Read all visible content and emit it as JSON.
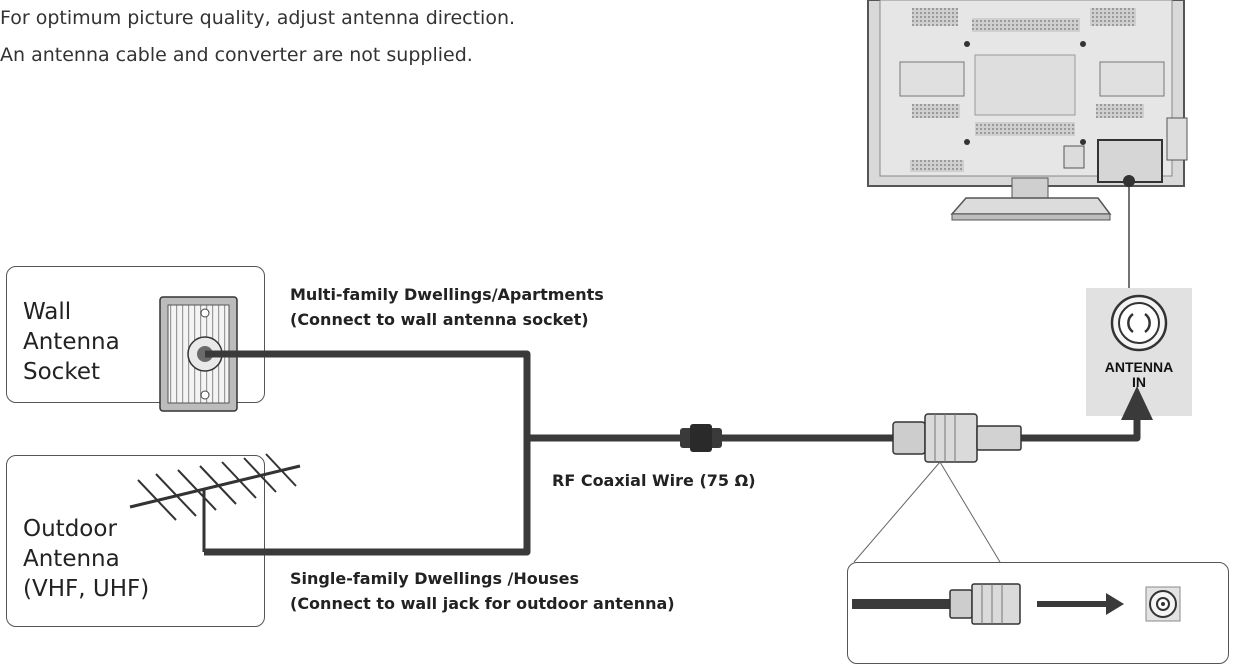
{
  "intro": {
    "line1": "For optimum picture quality, adjust antenna direction.",
    "line2": "An antenna cable and converter are not supplied."
  },
  "wall_socket": {
    "line1": "Wall",
    "line2": "Antenna",
    "line3": "Socket"
  },
  "outdoor_antenna": {
    "line1": "Outdoor",
    "line2": "Antenna",
    "line3": "(VHF, UHF)"
  },
  "notes": {
    "multi_family_line1": "Multi-family Dwellings/Apartments",
    "multi_family_line2": "(Connect to wall antenna socket)",
    "single_family_line1": "Single-family Dwellings /Houses",
    "single_family_line2": "(Connect to wall jack for outdoor antenna)"
  },
  "wire_label": "RF Coaxial Wire (75 Ω)",
  "antenna_port": {
    "line1": "ANTENNA",
    "line2": "IN"
  },
  "colors": {
    "cable": "#3a3a3a",
    "panel": "#e1e1e1",
    "tv_body": "#d9d9d9"
  }
}
